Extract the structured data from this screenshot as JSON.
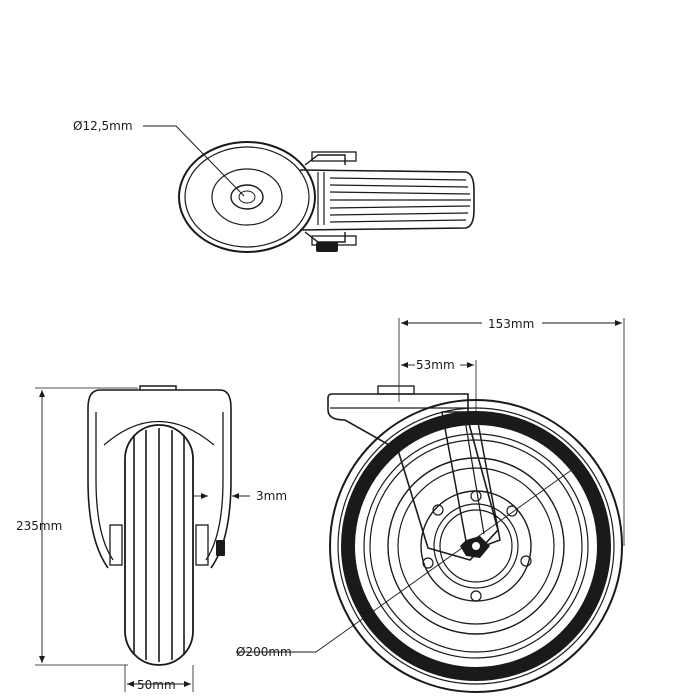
{
  "dimensions": {
    "bore": "Ø12,5mm",
    "mount_width": "153mm",
    "mount_offset": "53mm",
    "height": "235mm",
    "fork_gap": "3mm",
    "tread_width": "50mm",
    "wheel_diameter": "Ø200mm"
  },
  "colors": {
    "line": "#1a1a1a",
    "background": "#ffffff"
  }
}
